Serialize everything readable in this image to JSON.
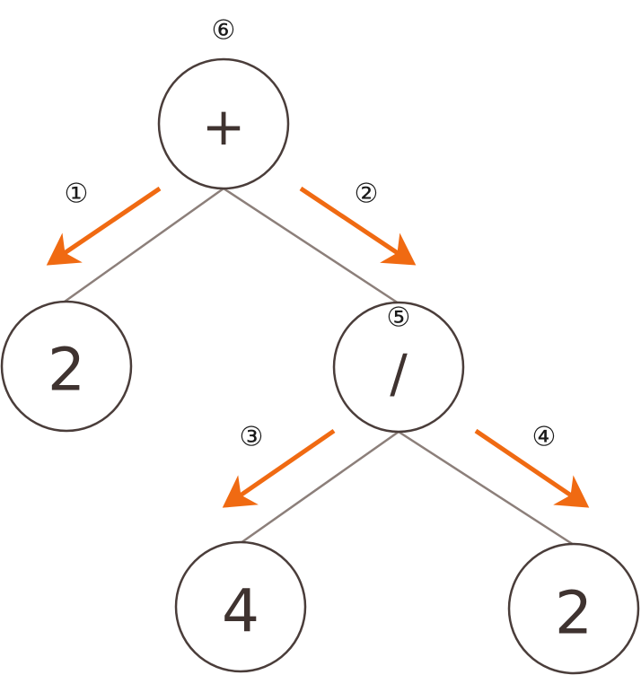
{
  "nodes": {
    "root": {
      "label": "+"
    },
    "left_leaf": {
      "label": "2"
    },
    "divide": {
      "label": "/"
    },
    "divide_left": {
      "label": "4"
    },
    "divide_right": {
      "label": "2"
    }
  },
  "steps": [
    "①",
    "②",
    "③",
    "④",
    "⑤",
    "⑥"
  ],
  "colors": {
    "arrow": "#f06a12",
    "edge": "#8c7f7a",
    "node_border": "#4a3d3a",
    "node_text": "#3f3330"
  }
}
